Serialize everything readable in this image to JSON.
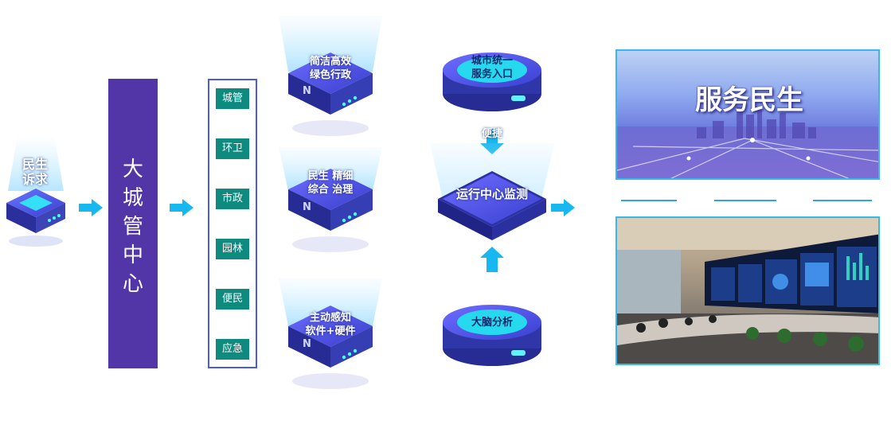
{
  "source": {
    "label": "民生\n诉求"
  },
  "center_bar": {
    "label": "大城管中心"
  },
  "departments": [
    "城管",
    "环卫",
    "市政",
    "园林",
    "便民",
    "应急"
  ],
  "modules": [
    {
      "label": "简洁高效\n绿色行政"
    },
    {
      "label": "民生 精细\n综合 治理"
    },
    {
      "label": "主动感知\n软件+硬件"
    }
  ],
  "entry": {
    "label": "城市统一\n服务入口",
    "connector": "便捷"
  },
  "monitor": {
    "label": "运行中心监测"
  },
  "brain": {
    "label": "大脑分析"
  },
  "banner": {
    "title": "服务民生"
  },
  "colors": {
    "accent": "#5236a8",
    "dept": "#0e8a7f",
    "arrow": "#17b7f0"
  }
}
